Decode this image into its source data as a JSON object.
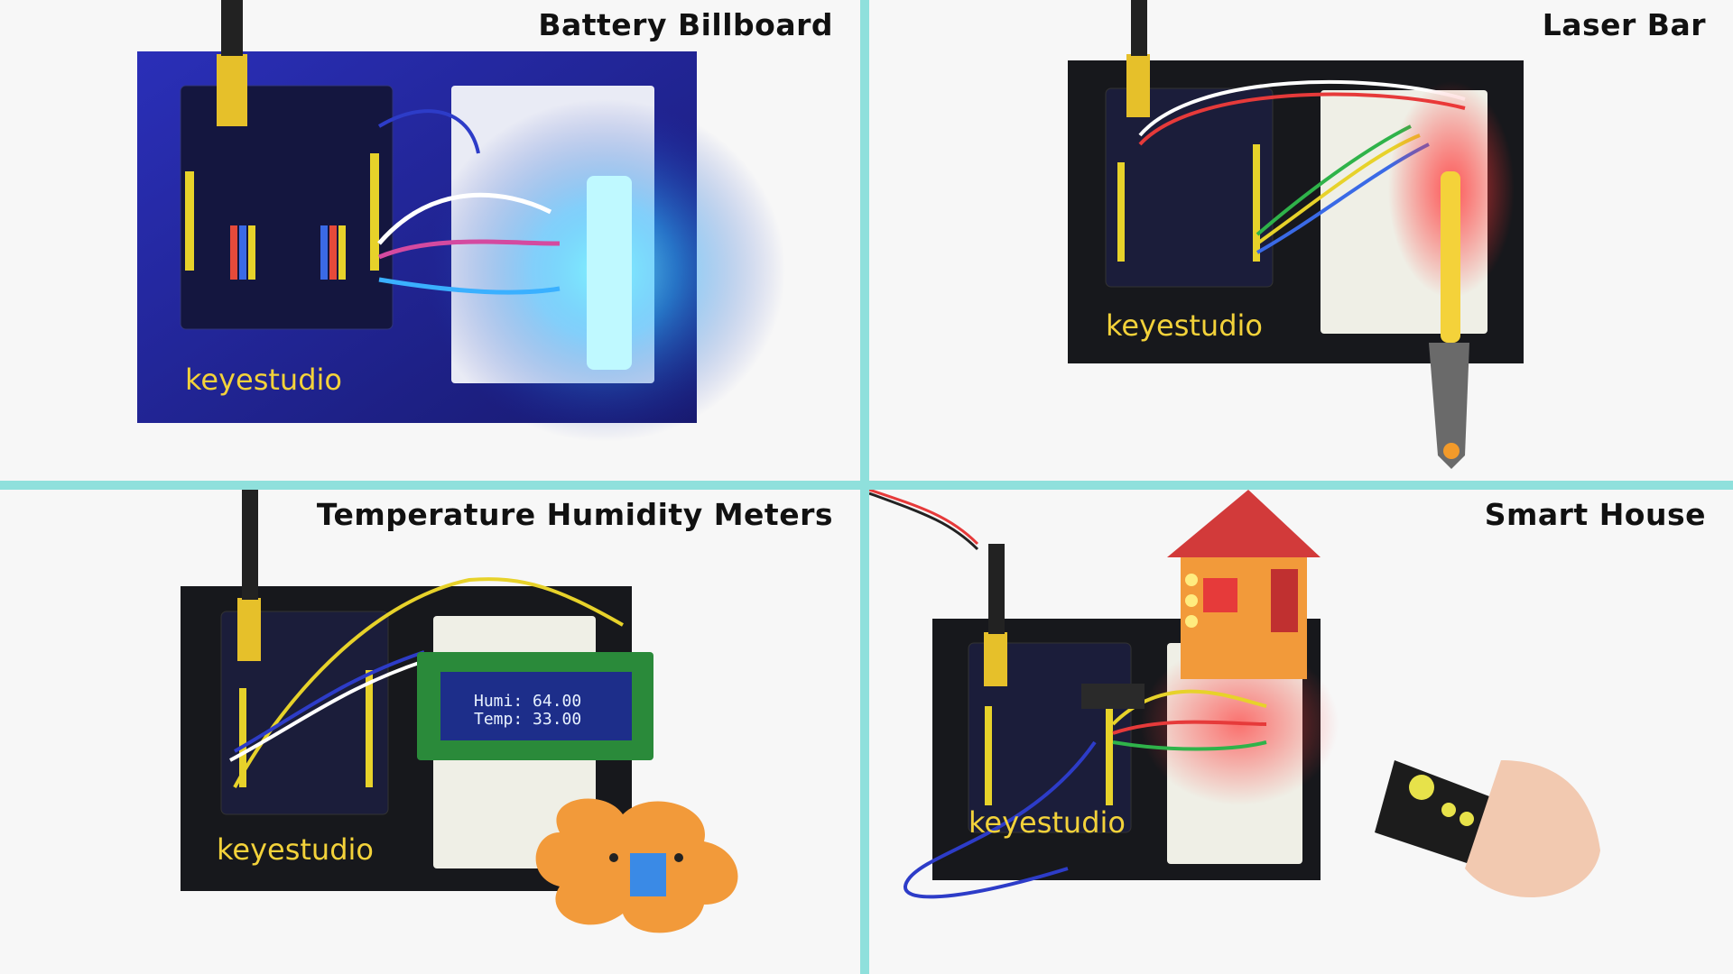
{
  "panels": [
    {
      "title": "Battery Billboard",
      "brand": "keyestudio"
    },
    {
      "title": "Laser Bar",
      "brand": "keyestudio"
    },
    {
      "title": "Temperature Humidity Meters",
      "brand": "keyestudio",
      "lcd_line1": "Humi: 64.00",
      "lcd_line2": "Temp: 33.00"
    },
    {
      "title": "Smart House",
      "brand": "keyestudio"
    }
  ],
  "colors": {
    "divider": "#8fe0dc",
    "board": "#1b1d3a",
    "brand_text": "#f3d23a",
    "led_blue": "#4fe7ff",
    "led_red": "#ff2a2a"
  }
}
